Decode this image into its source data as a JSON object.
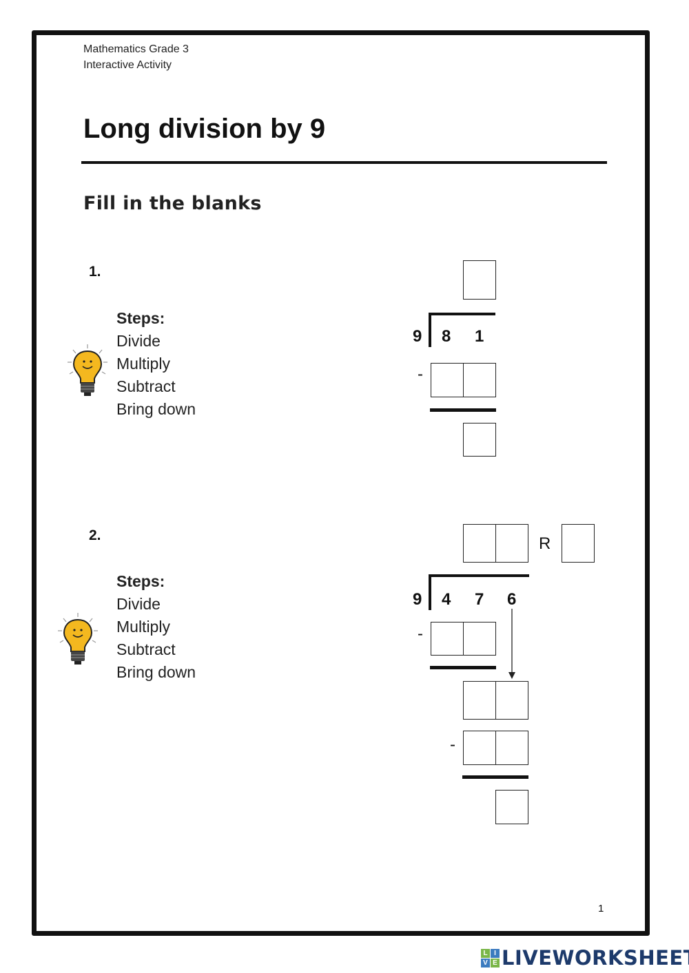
{
  "header": {
    "line1": "Mathematics Grade 3",
    "line2": "Interactive Activity"
  },
  "title": "Long division by 9",
  "instruction": "Fill in the blanks",
  "problems": [
    {
      "number": "1.",
      "steps_heading": "Steps:",
      "steps": [
        "Divide",
        "Multiply",
        "Subtract",
        "Bring down"
      ],
      "divisor": "9",
      "dividend_digits": [
        "8",
        "1"
      ],
      "minus": "-"
    },
    {
      "number": "2.",
      "steps_heading": "Steps:",
      "steps": [
        "Divide",
        "Multiply",
        "Subtract",
        "Bring down"
      ],
      "divisor": "9",
      "dividend_digits": [
        "4",
        "7",
        "6"
      ],
      "remainder_label": "R",
      "minus": "-"
    }
  ],
  "page_number": "1",
  "branding": {
    "name": "LIVEWORKSHEETS",
    "logo_letters": [
      "L",
      "I",
      "V",
      "E"
    ],
    "colors": {
      "text": "#1d3a6b",
      "logo_green": "#7ab648",
      "logo_blue": "#3b7bbf",
      "bulb_yellow": "#f4b81f",
      "bulb_base": "#444444"
    }
  }
}
